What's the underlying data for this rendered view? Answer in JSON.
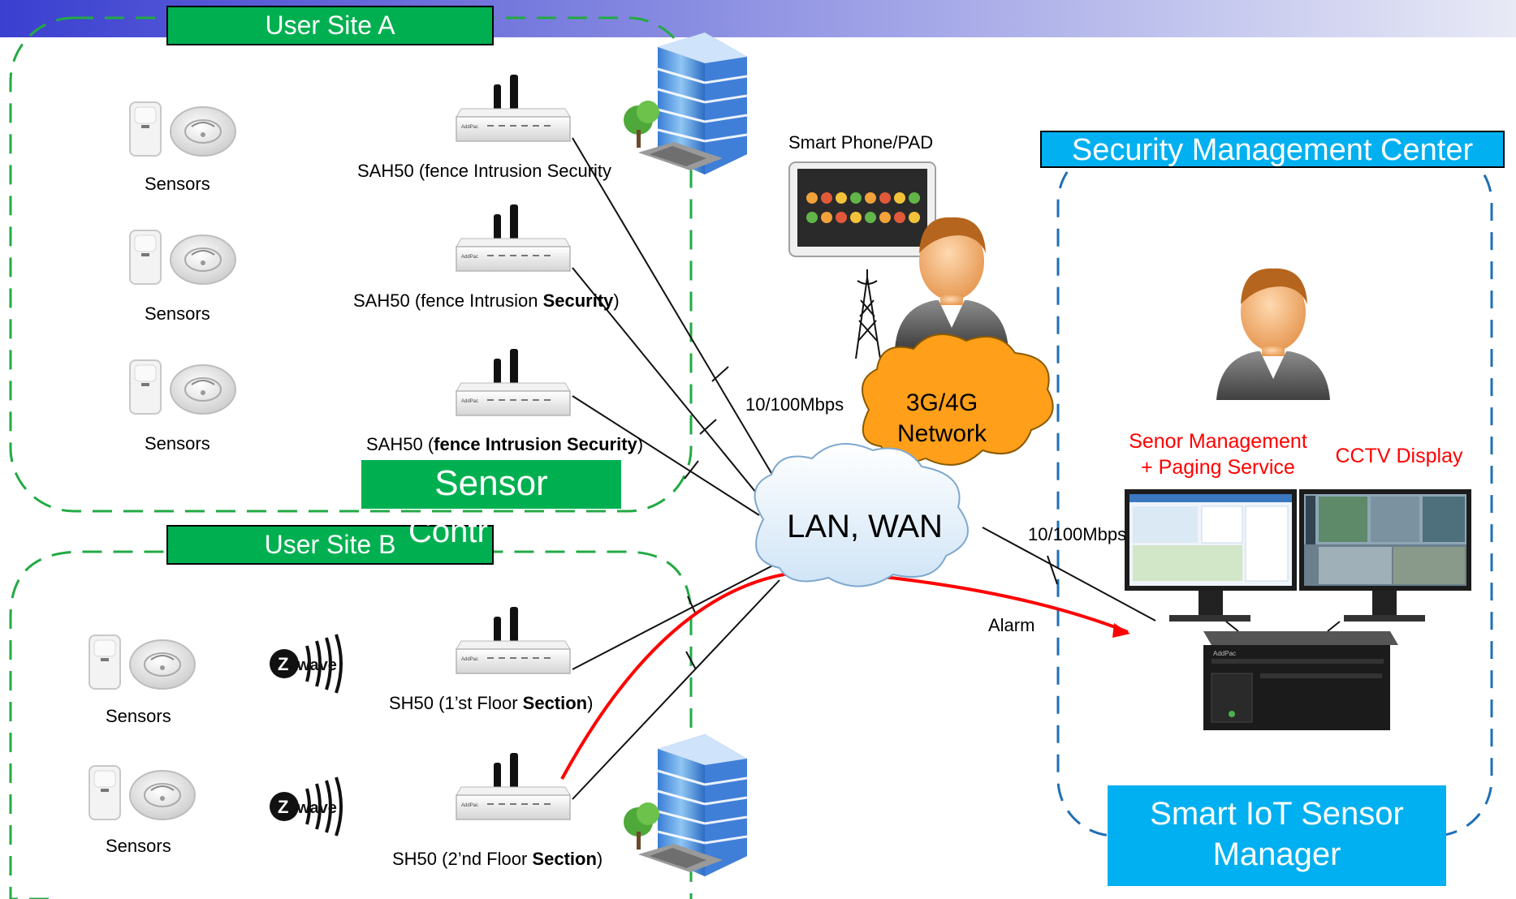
{
  "site_a": {
    "title": "User Site A",
    "sensors_caption": "Sensors",
    "device_1": {
      "prefix": "SAH50 (fence Intrusion ",
      "bold": "",
      "suffix": "Security"
    },
    "device_2": {
      "prefix": "SAH50 (fence Intrusion ",
      "bold": "Security",
      "suffix": ")"
    },
    "device_3": {
      "prefix": "SAH50 (",
      "bold": "fence Intrusion Security",
      "suffix": ")"
    },
    "overlay_box": {
      "line1": "Sensor",
      "line2": "Contr"
    }
  },
  "site_b": {
    "title": "User Site B",
    "sensors_caption": "Sensors",
    "device_1": {
      "prefix": "SH50 (1’st Floor ",
      "bold": "Section",
      "suffix": ")"
    },
    "device_2": {
      "prefix": "SH50 (2’nd Floor ",
      "bold": "Section",
      "suffix": ")"
    }
  },
  "mobile": {
    "label": "Smart  Phone/PAD"
  },
  "network": {
    "cellular_line1": "3G/4G",
    "cellular_line2": "Network",
    "cellular_speed": "10/100Mbps",
    "lan_label": "LAN, WAN",
    "center_speed": "10/100Mbps",
    "alarm_label": "Alarm"
  },
  "center": {
    "title": "Security Management Center",
    "sensor_mgmt_line1": "Senor Management",
    "sensor_mgmt_line2": "+ Paging Service",
    "cctv_label": "CCTV Display",
    "manager_line1": "Smart IoT Sensor",
    "manager_line2": "Manager"
  },
  "colors": {
    "site_border": "#22aa44",
    "center_border": "#1f6fb5",
    "green_box": "#00b050",
    "blue_box": "#00b0f0",
    "cloud_orange": "#ff9f1a",
    "cloud_blue": "#eaf3fb",
    "alarm_red": "#ff0000",
    "title_bar_start": "#3a3fd0",
    "title_bar_end": "#e6e8f6"
  }
}
